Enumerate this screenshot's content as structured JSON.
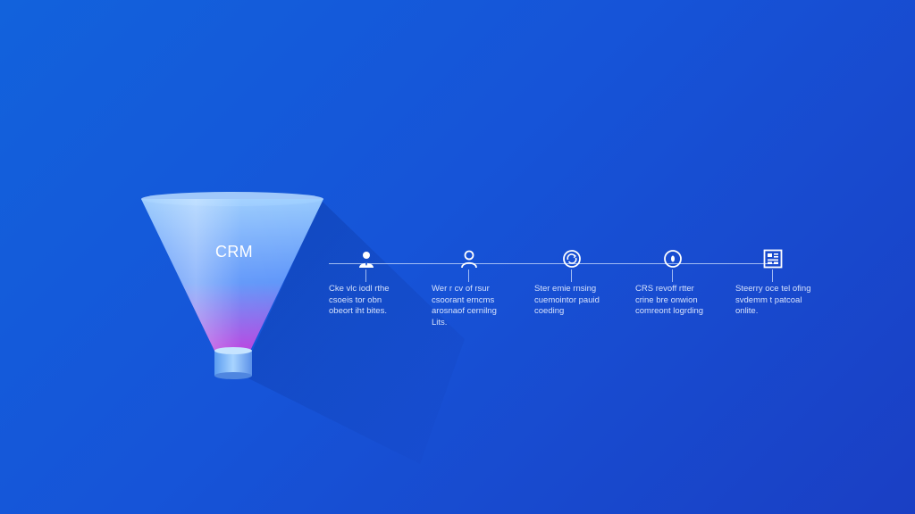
{
  "funnel": {
    "label": "CRM"
  },
  "steps": [
    {
      "icon": "person-icon",
      "text": "Cke vlc iodl rthe\ncsoeis tor obn\nobeort iht bites."
    },
    {
      "icon": "user-icon",
      "text": "Wer r cv of rsur\ncsoorant erncms\narosnaof cernilng\nLits."
    },
    {
      "icon": "refresh-icon",
      "text": "Ster emie rnsing\ncuemointor pauid\ncoeding"
    },
    {
      "icon": "target-icon",
      "text": "CRS revoff rtter\ncrine bre onwion\ncomreont logrding"
    },
    {
      "icon": "dashboard-icon",
      "text": "Steerry oce tel ofing\nsvdemm t patcoal\nonlite."
    }
  ],
  "colors": {
    "background_start": "#1262dc",
    "background_end": "#1a3fc4",
    "funnel_top": "#8fc2ff",
    "funnel_bottom": "#c040e0",
    "line": "#d2e1ff"
  }
}
